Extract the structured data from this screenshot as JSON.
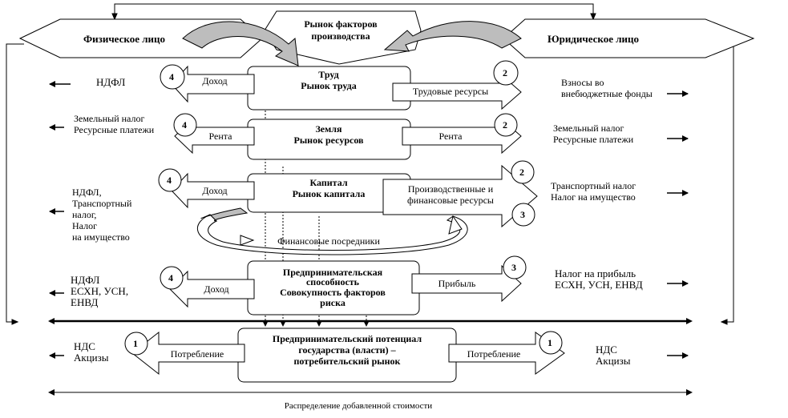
{
  "hex_left": {
    "label": "Физическое лицо"
  },
  "hex_right": {
    "label": "Юридическое лицо"
  },
  "top_market": {
    "line1": "Рынок факторов",
    "line2": "производства"
  },
  "rows": {
    "labor": {
      "title1": "Труд",
      "title2": "Рынок труда",
      "left_arrow": "Доход",
      "left_num": "4",
      "right_arrow": "Трудовые ресурсы",
      "right_num": "2",
      "tax_left": [
        "НДФЛ"
      ],
      "tax_right": [
        "Взносы во",
        "внебюджетные фонды"
      ]
    },
    "land": {
      "title1": "Земля",
      "title2": "Рынок ресурсов",
      "left_arrow": "Рента",
      "left_num": "4",
      "right_arrow": "Рента",
      "right_num": "2",
      "tax_left": [
        "Земельный налог",
        "Ресурсные платежи"
      ],
      "tax_right": [
        "Земельный налог",
        "Ресурсные платежи"
      ]
    },
    "capital": {
      "title1": "Капитал",
      "title2": "Рынок капитала",
      "left_arrow": "Доход",
      "left_num": "4",
      "right_arrow_line1": "Производственные и",
      "right_arrow_line2": "финансовые ресурсы",
      "right_num_a": "2",
      "right_num_b": "3",
      "tax_left": [
        "НДФЛ,",
        "Транспортный",
        "налог,",
        "Налог",
        "на имущество"
      ],
      "tax_right": [
        "Транспортный налог",
        "Налог на имущество"
      ]
    },
    "entre": {
      "title1": "Предпринимательская",
      "title2": "способность",
      "title3": "Совокупность факторов",
      "title4": "риска",
      "left_arrow": "Доход",
      "left_num": "4",
      "right_arrow": "Прибыль",
      "right_num": "3",
      "tax_left": [
        "НДФЛ",
        "ЕСХН, УСН,",
        "ЕНВД"
      ],
      "tax_right": [
        "Налог на прибыль",
        "ЕСХН, УСН, ЕНВД"
      ]
    },
    "state": {
      "title1": "Предпринимательский потенциал",
      "title2": "государства (власти) –",
      "title3": "потребительский рынок",
      "left_arrow": "Потребление",
      "left_num": "1",
      "right_arrow": "Потребление",
      "right_num": "1",
      "tax_left": [
        "НДС",
        "Акцизы"
      ],
      "tax_right": [
        "НДС",
        "Акцизы"
      ]
    }
  },
  "intermediaries": {
    "label": "Финансовые посредники"
  },
  "footer": {
    "label": "Распределение добавленной стоимости"
  }
}
